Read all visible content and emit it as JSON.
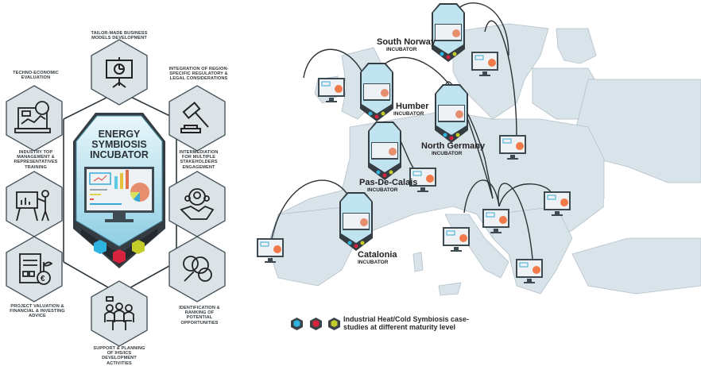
{
  "left_panel": {
    "center": {
      "title_line1": "ENERGY",
      "title_line2": "SYMBIOSIS",
      "title_line3": "INCUBATOR"
    },
    "services": [
      {
        "id": "top",
        "label_line1": "TAILOR-MADE BUSINESS",
        "label_line2": "MODELS DEVELOPMENT",
        "label_line3": "",
        "label_line4": "",
        "icon": "presentation-chart-icon"
      },
      {
        "id": "top-left",
        "label_line1": "TECHNO-ECONOMIC",
        "label_line2": "EVALUATION",
        "label_line3": "",
        "label_line4": "",
        "icon": "laptop-analytics-icon"
      },
      {
        "id": "top-right",
        "label_line1": "INTEGRATION OF REGION-",
        "label_line2": "SPECIFIC REGULATORY &",
        "label_line3": "LEGAL CONSIDERATIONS",
        "label_line4": "",
        "icon": "gavel-icon"
      },
      {
        "id": "mid-left",
        "label_line1": "INDUSTRY TOP",
        "label_line2": "MANAGEMENT &",
        "label_line3": "REPRESENTATIVES",
        "label_line4": "TRAINING",
        "icon": "trainer-board-icon"
      },
      {
        "id": "mid-right",
        "label_line1": "INTERMEDIATION",
        "label_line2": "FOR MULTIPLE",
        "label_line3": "STAKEHOLDERS",
        "label_line4": "ENGAGEMENT",
        "icon": "handshake-gear-icon"
      },
      {
        "id": "bottom-left",
        "label_line1": "PROJECT VALUATION &",
        "label_line2": "FINANCIAL & INVESTING",
        "label_line3": "ADVICE",
        "label_line4": "",
        "icon": "document-euro-icon"
      },
      {
        "id": "bottom-right",
        "label_line1": "IDENTIFICATION &",
        "label_line2": "RANKING OF",
        "label_line3": "POTENTIAL",
        "label_line4": "OPPORTUNITIES",
        "icon": "magnifier-gears-icon"
      },
      {
        "id": "bottom",
        "label_line1": "SUPPORT & PLANNING",
        "label_line2": "OF IHS/ICS",
        "label_line3": "DEVELOPMENT",
        "label_line4": "ACTIVITIES",
        "icon": "meeting-people-icon"
      }
    ]
  },
  "map": {
    "incubators": [
      {
        "name": "South Norway",
        "sub": "INCUBATOR"
      },
      {
        "name": "Humber",
        "sub": "INCUBATOR"
      },
      {
        "name": "North Germany",
        "sub": "INCUBATOR"
      },
      {
        "name": "Pas-De-Calais",
        "sub": "INCUBATOR"
      },
      {
        "name": "Catalonia",
        "sub": "INCUBATOR"
      }
    ],
    "legend": {
      "text_line1": "Industrial Heat/Cold Symbiosis case-",
      "text_line2": "studies at different maturity level",
      "cube_colors": [
        "#2fb3e0",
        "#d6243f",
        "#c4cc2a"
      ]
    }
  },
  "colors": {
    "hex_fill": "#dbe3e7",
    "hex_stroke": "#3f4a52",
    "map_land": "#d9e3ea",
    "map_border": "#b3c0c9",
    "connector": "#2a3238",
    "incubator_glass": "#a9dbeb",
    "incubator_base": "#3b4349"
  }
}
